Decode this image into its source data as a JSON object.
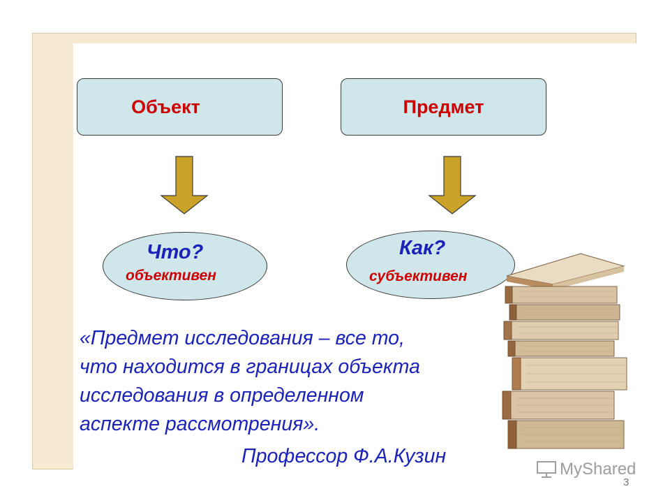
{
  "diagram": {
    "box_left": "Объект",
    "box_right": "Предмет",
    "ellipse_left_question": "Что?",
    "ellipse_left_answer": "объективен",
    "ellipse_right_question": "Как?",
    "ellipse_right_answer": "субъективен"
  },
  "quote": {
    "lines": [
      "«Предмет исследования – все то,",
      "что находится в границах объекта",
      "исследования в определенном",
      "аспекте рассмотрения»."
    ],
    "author": "Профессор Ф.А.Кузин"
  },
  "watermark": "MyShared",
  "page_number": "3",
  "colors": {
    "box_fill": "#cfe6ea",
    "arrow_fill": "#c9a227",
    "red_text": "#cc0000",
    "blue_text": "#1a22b8"
  }
}
